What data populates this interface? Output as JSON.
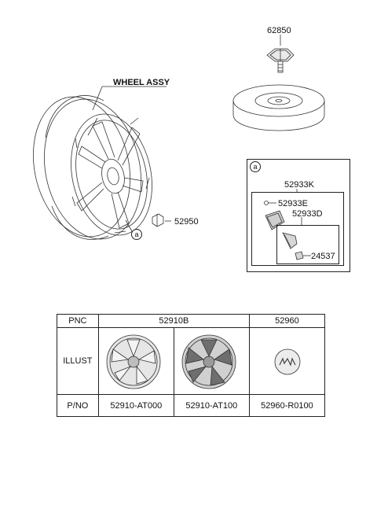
{
  "labels": {
    "wheel_assy": "WHEEL ASSY",
    "part_62850": "62850",
    "part_52950": "52950",
    "callout_a": "a",
    "part_52933K": "52933K",
    "part_52933E": "52933E",
    "part_52933D": "52933D",
    "part_24537": "24537"
  },
  "table": {
    "row_headers": [
      "PNC",
      "ILLUST",
      "P/NO"
    ],
    "pnc_group_1": "52910B",
    "pnc_group_2": "52960",
    "part_numbers": [
      "52910-AT000",
      "52910-AT100",
      "52960-R0100"
    ],
    "illustrations": [
      "wheel-illustration-silver",
      "wheel-illustration-dark",
      "kia-emblem"
    ]
  }
}
